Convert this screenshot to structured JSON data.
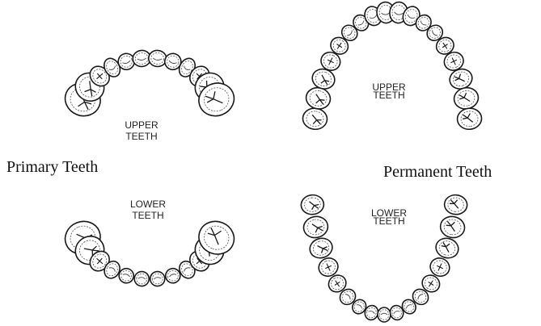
{
  "primary": {
    "upper_label": [
      "UPPER",
      "TEETH"
    ],
    "lower_label": [
      "LOWER",
      "TEETH"
    ],
    "caption": "Primary Teeth"
  },
  "permanent": {
    "upper_label": [
      "UPPER",
      "TEETH"
    ],
    "lower_label": [
      "LOWER",
      "TEETH"
    ],
    "caption": "Permanent Teeth"
  },
  "colors": {
    "line": "#1a1a1a",
    "fill": "#ffffff",
    "shade": "#cfcfcf"
  }
}
